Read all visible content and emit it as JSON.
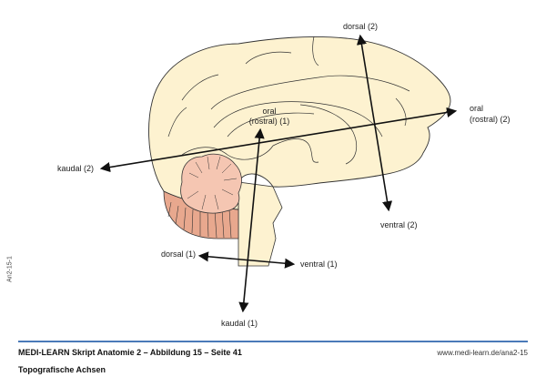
{
  "figure": {
    "side_code": "An2-15-1",
    "labels": {
      "dorsal_2": "dorsal (2)",
      "oral_2_line1": "oral",
      "oral_2_line2": "(rostral) (2)",
      "ventral_2": "ventral (2)",
      "kaudal_2": "kaudal (2)",
      "oral_1_line1": "oral",
      "oral_1_line2": "(rostral) (1)",
      "dorsal_1": "dorsal (1)",
      "ventral_1": "ventral (1)",
      "kaudal_1": "kaudal (1)"
    },
    "colors": {
      "cerebrum": "#fdf2d0",
      "cerebellum": "#f3c4b0",
      "cerebellum_dark": "#e0a58c",
      "outline": "#333333",
      "arrow": "#111111",
      "rule": "#4a7ab8"
    }
  },
  "footer": {
    "caption": "MEDI-LEARN Skript Anatomie 2 – Abbildung 15 – Seite 41",
    "subcaption": "Topografische Achsen",
    "url": "www.medi-learn.de/ana2-15"
  }
}
